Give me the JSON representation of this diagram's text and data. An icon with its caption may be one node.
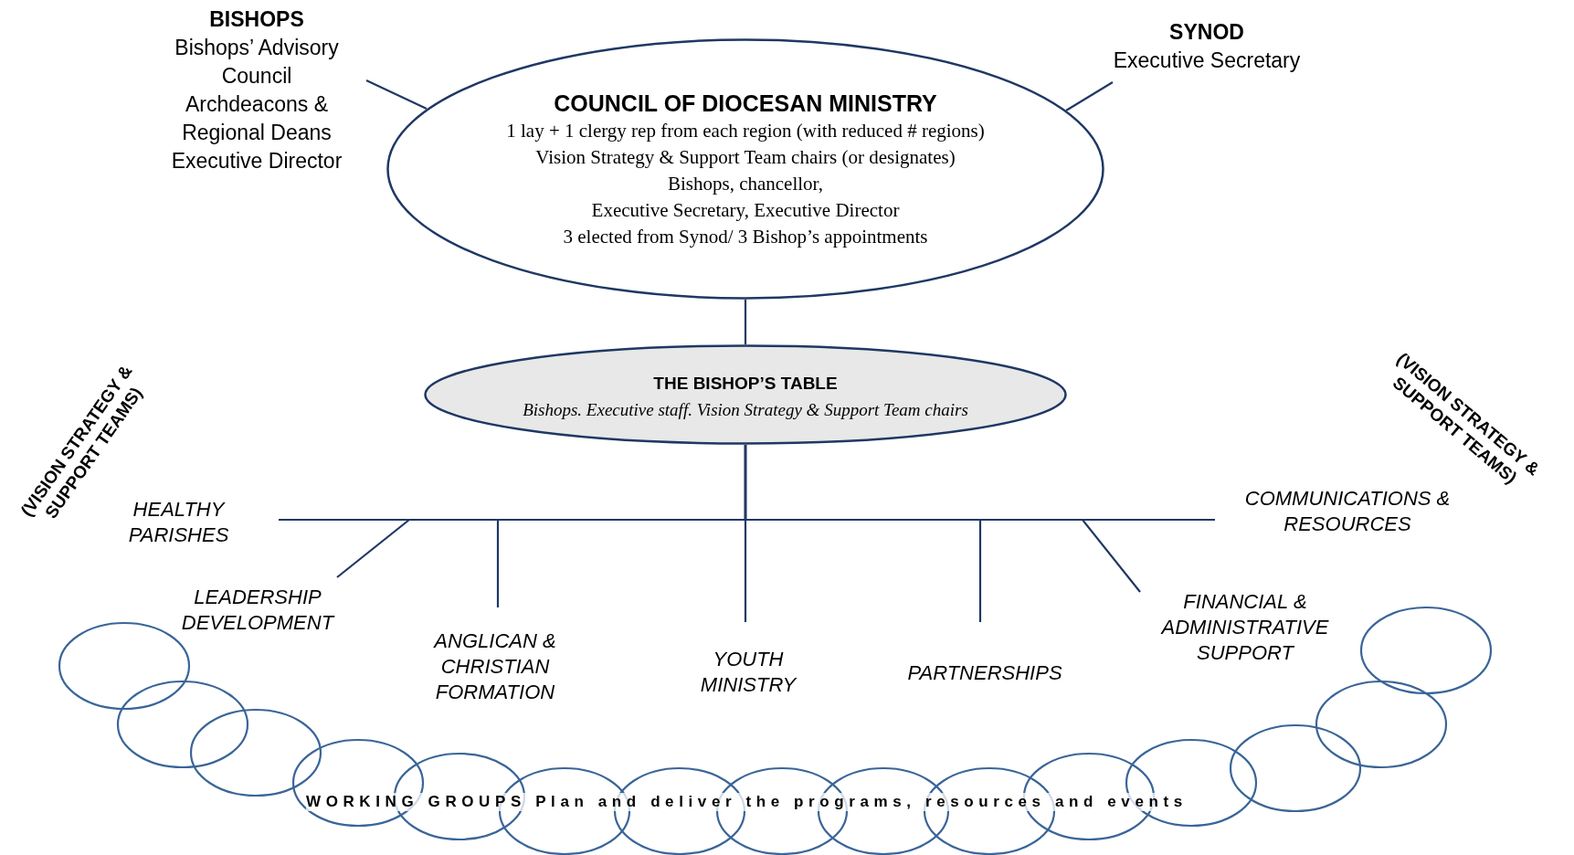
{
  "diagram": {
    "nodes": [
      {
        "text": [
          "BISHOPS",
          "Bishops’ Advisory Council",
          "Archdeacons & Regional Deans",
          "Executive Director"
        ]
      },
      {
        "text": [
          "COUNCIL OF DIOCESAN MINISTRY",
          "1 lay + 1 clergy rep from each region (with reduced # regions)",
          "Vision Strategy & Support Team chairs (or designates)",
          "Bishops, chancellor,",
          "Executive Secretary, Executive Director",
          "3 elected from Synod/ 3 Bishop’s appointments"
        ]
      },
      {
        "text": [
          "SYNOD",
          "Executive Secretary"
        ]
      },
      {
        "text": [
          "THE BISHOP’S TABLE",
          "Bishops. Executive staff. Vision Strategy & Support Team chairs"
        ]
      },
      {
        "text": [
          "HEALTHY PARISHES"
        ]
      },
      {
        "text": [
          "LEADERSHIP DEVELOPMENT"
        ]
      },
      {
        "text": [
          "ANGLICAN & CHRISTIAN FORMATION"
        ]
      },
      {
        "text": [
          "YOUTH MINISTRY"
        ]
      },
      {
        "text": [
          "PARTNERSHIPS"
        ]
      },
      {
        "text": [
          "FINANCIAL & ADMINISTRATIVE SUPPORT"
        ]
      },
      {
        "text": [
          "COMMUNICATIONS & RESOURCES"
        ]
      }
    ],
    "edges": [
      {
        "from": 0,
        "to": 1,
        "arrow": "none"
      },
      {
        "from": 2,
        "to": 1,
        "arrow": "none"
      },
      {
        "from": 1,
        "to": 3,
        "arrow": "none"
      },
      {
        "from": 3,
        "to": 4,
        "arrow": "none"
      },
      {
        "from": 3,
        "to": 5,
        "arrow": "none"
      },
      {
        "from": 3,
        "to": 6,
        "arrow": "none"
      },
      {
        "from": 3,
        "to": 7,
        "arrow": "none"
      },
      {
        "from": 3,
        "to": 8,
        "arrow": "none"
      },
      {
        "from": 3,
        "to": 9,
        "arrow": "none"
      },
      {
        "from": 3,
        "to": 10,
        "arrow": "none"
      }
    ],
    "labels": [
      "(VISION STRATEGY & SUPPORT TEAMS)",
      "(VISION STRATEGY & SUPPORT TEAMS)",
      "WORKING GROUPS Plan and deliver the programs, resources and events"
    ]
  }
}
